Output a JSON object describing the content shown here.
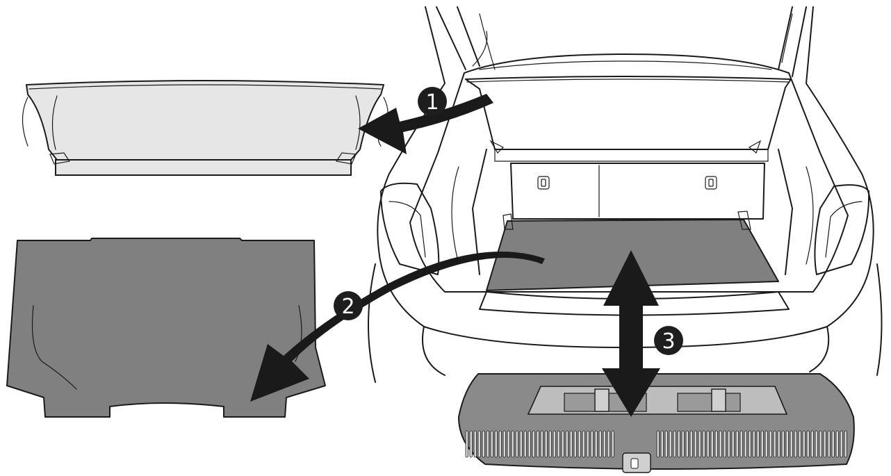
{
  "colors": {
    "outline": "#1a1a1a",
    "panel_light": "#e6e6e6",
    "panel_dark": "#8a8a8a",
    "floor_grey": "#808080",
    "badge": "#1e1e1e",
    "badge_text": "#ffffff"
  },
  "steps": [
    {
      "number": "1"
    },
    {
      "number": "2"
    },
    {
      "number": "3"
    }
  ]
}
